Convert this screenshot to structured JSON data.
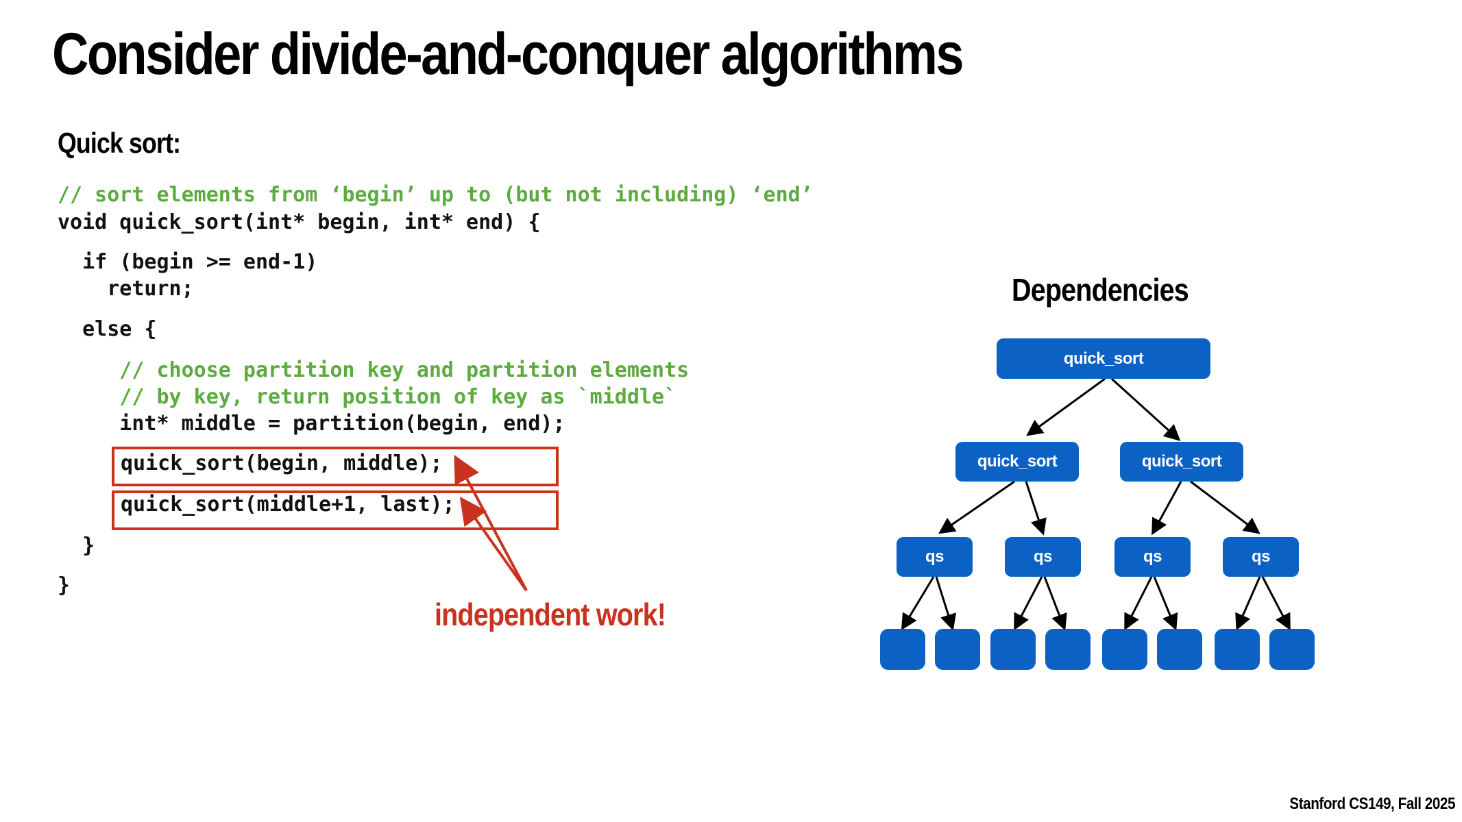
{
  "slide": {
    "title": "Consider divide-and-conquer algorithms",
    "subtitle": "Quick sort:",
    "credit": "Stanford CS149, Fall 2025"
  },
  "code": {
    "line1": "// sort elements from ‘begin’ up to (but not including) ‘end’",
    "line2": "void quick_sort(int* begin, int* end) {",
    "line3": "  if (begin >= end-1)",
    "line4": "    return;",
    "line5": "  else {",
    "line6": "     // choose partition key and partition elements",
    "line7": "     // by key, return position of key as `middle`",
    "line8": "     int* middle = partition(begin, end);",
    "line9": "quick_sort(begin, middle);",
    "line10": "quick_sort(middle+1, last);",
    "line11": "  }",
    "line12": "}"
  },
  "annotation": {
    "label": "independent work!",
    "color": "#c8321e"
  },
  "dependencies": {
    "title": "Dependencies",
    "root": "quick_sort",
    "level1": [
      "quick_sort",
      "quick_sort"
    ],
    "level2": [
      "qs",
      "qs",
      "qs",
      "qs"
    ],
    "node_color": "#0b62c4"
  },
  "colors": {
    "comment": "#5cab3f",
    "highlight": "#c8321e"
  }
}
